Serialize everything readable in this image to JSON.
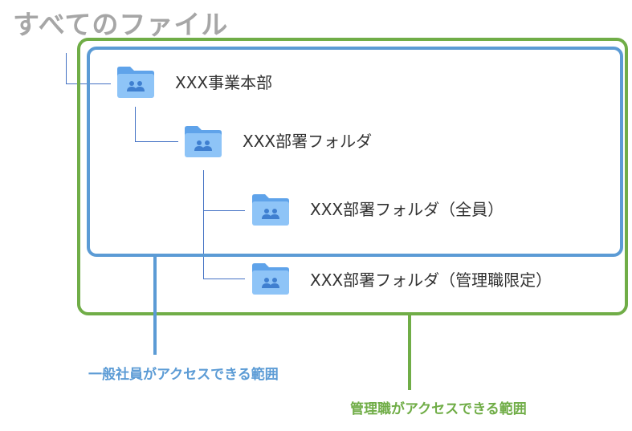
{
  "title": "すべてのファイル",
  "folders": [
    {
      "label": "XXX事業本部"
    },
    {
      "label": "XXX部署フォルダ"
    },
    {
      "label": "XXX部署フォルダ（全員）"
    },
    {
      "label": "XXX部署フォルダ（管理職限定）"
    }
  ],
  "ranges": {
    "general": {
      "label": "一般社員がアクセスできる範囲",
      "color": "#5b9bd5"
    },
    "manager": {
      "label": "管理職がアクセスできる範囲",
      "color": "#70ad47"
    }
  },
  "icons": {
    "folder": "shared-folder-icon"
  }
}
